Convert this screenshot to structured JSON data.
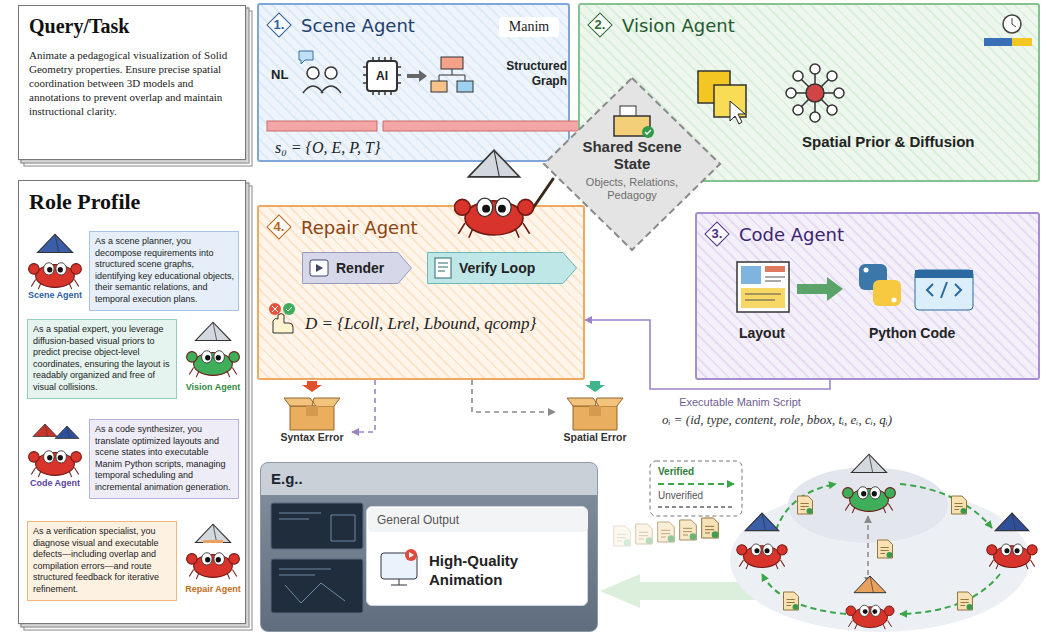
{
  "diagram": {
    "nodes": [
      {
        "text": [
          "Query/Task",
          "Animate a pedagogical visualization of Solid Geometry properties. Ensure precise spatial coordination between 3D models and annotations to prevent overlap and maintain instructional clarity."
        ]
      },
      {
        "text": [
          "Role Profile"
        ]
      },
      {
        "text": [
          "Scene Agent",
          "As a scene planner, you decompose requirements into structured scene graphs, identifying key educational objects, their semantic relations, and temporal execution plans."
        ],
        "in": 1
      },
      {
        "text": [
          "Vision Agent",
          "As a spatial expert, you leverage diffusion-based visual priors to predict precise object-level coordinates, ensuring the layout is readably organized and free of visual collisions."
        ],
        "in": 1
      },
      {
        "text": [
          "Code Agent",
          "As a code synthesizer, you translate optimized layouts and scene states into executable Manim Python scripts, managing temporal scheduling and incremental animation generation."
        ],
        "in": 1
      },
      {
        "text": [
          "Repair Agent",
          "As a verification specialist, you diagnose visual and executable defects—including overlap and compilation errors—and route structured feedback for iterative refinement."
        ],
        "in": 1
      },
      {
        "text": [
          "1.",
          "Scene Agent",
          "Manim",
          "NL",
          "AI",
          "Structured Graph",
          "s₀ = {O, E, P, T}"
        ]
      },
      {
        "text": [
          "2.",
          "Vision Agent",
          "Spatial Prior & Diffusion"
        ]
      },
      {
        "text": [
          "Shared Scene State",
          "Objects, Relations, Pedagogy"
        ]
      },
      {
        "text": [
          "4.",
          "Repair Agent",
          "D = {Lcoll, Lrel, Lbound, qcomp}"
        ]
      },
      {
        "text": [
          "Render"
        ],
        "in": 9
      },
      {
        "text": [
          "Verify Loop"
        ],
        "in": 9
      },
      {
        "text": [
          "3.",
          "Code Agent",
          "Layout",
          "Python Code"
        ]
      },
      {
        "text": [
          "Syntax Error"
        ]
      },
      {
        "text": [
          "Spatial Error"
        ]
      },
      {
        "text": [
          "E.g.."
        ]
      },
      {
        "text": [
          "General Output",
          "High-Quality Animation"
        ],
        "in": 15
      }
    ],
    "edges": [
      {
        "from": 12,
        "to": 9,
        "arrow": "to",
        "label": "Executable Manim Script"
      },
      {
        "from": 9,
        "to": 13,
        "arrow": "to"
      },
      {
        "from": 9,
        "to": 14,
        "arrow": "to"
      }
    ],
    "labels": [
      "oᵢ = (id, type, content, role, bbox, tᵢ, eᵢ, cᵢ, qᵢ)"
    ],
    "legend": [
      {
        "text": "Verified"
      },
      {
        "text": "Unverified"
      }
    ]
  }
}
